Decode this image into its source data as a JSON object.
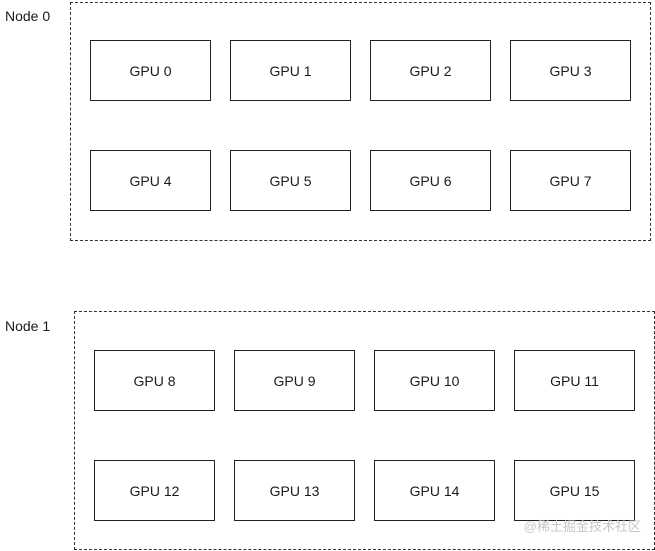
{
  "nodes": [
    {
      "label": "Node 0",
      "gpus": [
        "GPU 0",
        "GPU 1",
        "GPU 2",
        "GPU 3",
        "GPU 4",
        "GPU 5",
        "GPU 6",
        "GPU 7"
      ]
    },
    {
      "label": "Node 1",
      "gpus": [
        "GPU 8",
        "GPU 9",
        "GPU 10",
        "GPU 11",
        "GPU 12",
        "GPU 13",
        "GPU 14",
        "GPU 15"
      ]
    }
  ],
  "watermark": "@稀土掘金技术社区"
}
